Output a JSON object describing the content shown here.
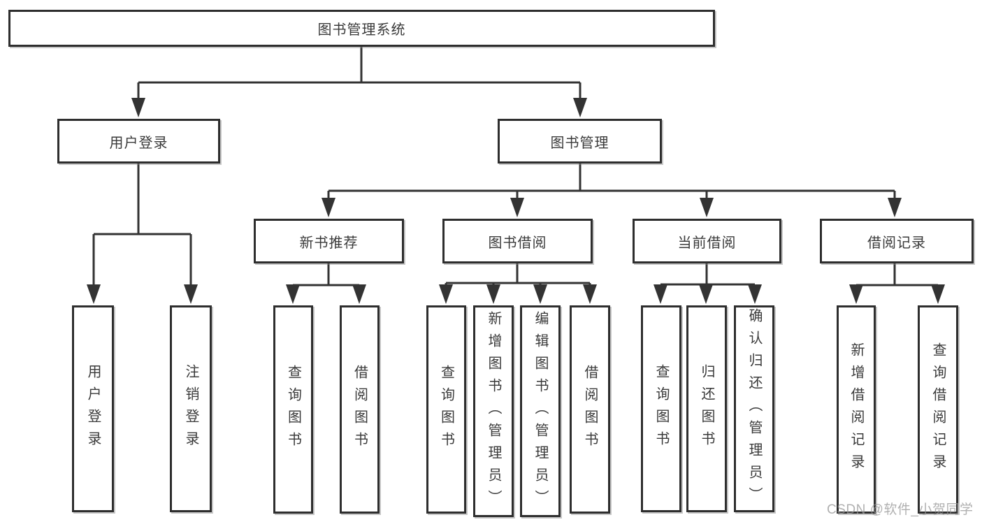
{
  "diagram": {
    "type": "hierarchy-tree",
    "tree": {
      "label": "图书管理系统",
      "children": [
        {
          "label": "用户登录",
          "children": [
            {
              "label": "用户登录"
            },
            {
              "label": "注销登录"
            }
          ]
        },
        {
          "label": "图书管理",
          "children": [
            {
              "label": "新书推荐",
              "children": [
                {
                  "label": "查询图书"
                },
                {
                  "label": "借阅图书"
                }
              ]
            },
            {
              "label": "图书借阅",
              "children": [
                {
                  "label": "查询图书"
                },
                {
                  "label": "新增图书（管理员）"
                },
                {
                  "label": "编辑图书（管理员）"
                },
                {
                  "label": "借阅图书"
                }
              ]
            },
            {
              "label": "当前借阅",
              "children": [
                {
                  "label": "查询图书"
                },
                {
                  "label": "归还图书"
                },
                {
                  "label": "确认归还（管理员）"
                }
              ]
            },
            {
              "label": "借阅记录",
              "children": [
                {
                  "label": "新增借阅记录"
                },
                {
                  "label": "查询借阅记录"
                }
              ]
            }
          ]
        }
      ]
    },
    "colors": {
      "line": "#333333",
      "box_border": "#2e2e2e",
      "box_background": "#ffffff",
      "text": "#3a3a3a",
      "watermark": "#b9b9b9",
      "background": "#ffffff"
    }
  },
  "watermark": {
    "text": "CSDN @软件_小贺同学"
  }
}
